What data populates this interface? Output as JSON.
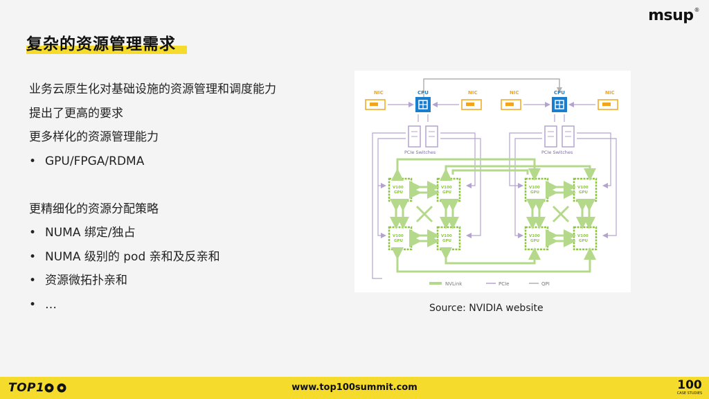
{
  "slide": {
    "title": "复杂的资源管理需求",
    "brand": "msup",
    "brand_mark": "®"
  },
  "content": {
    "line1": "业务云原生化对基础设施的资源管理和调度能力",
    "line2": "提出了更高的要求",
    "line3": "更多样化的资源管理能力",
    "bullets_a": [
      "GPU/FPGA/RDMA"
    ],
    "line4": "更精细化的资源分配策略",
    "bullets_b": [
      "NUMA 绑定/独占",
      "NUMA 级别的 pod 亲和及反亲和",
      "资源微拓扑亲和",
      "…"
    ]
  },
  "diagram": {
    "nic_label": "NIC",
    "cpu_label": "CPU",
    "pcie_label": "PCIe Switches",
    "gpu_line1": "V100",
    "gpu_line2": "GPU",
    "legend": {
      "nvlink": "NVLink",
      "pcie": "PCIe",
      "qpi": "QPI"
    },
    "colors": {
      "nvlink": "#b5d98a",
      "pcie": "#b4a3d0",
      "qpi": "#b0b0b0",
      "cpu": "#1a7ecf",
      "nic": "#f2a51c",
      "gpu": "#8cc63f"
    }
  },
  "source": "Source: NVIDIA website",
  "footer": {
    "url": "www.top100summit.com",
    "left_logo": "TOP1",
    "right_logo_big": "100",
    "right_logo_small": "CASE STUDIES"
  }
}
